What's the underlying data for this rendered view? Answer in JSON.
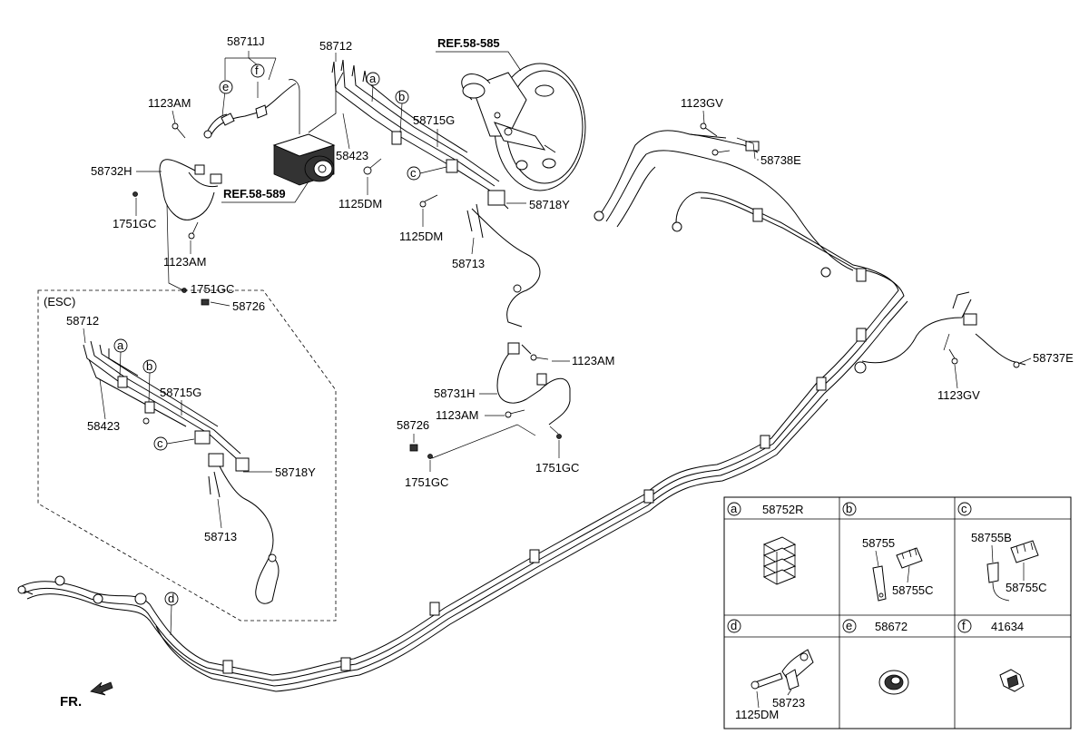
{
  "references": {
    "booster": "REF.58-585",
    "hecu": "REF.58-589"
  },
  "direction": "FR.",
  "esc_title": "(ESC)",
  "callouts": {
    "p58711J": "58711J",
    "p58712_top": "58712",
    "p1123AM_a": "1123AM",
    "p58732H": "58732H",
    "p1751GC_a": "1751GC",
    "p1123AM_b": "1123AM",
    "p1751GC_b": "1751GC",
    "p58726_a": "58726",
    "p58423_top": "58423",
    "p1125DM_a": "1125DM",
    "p58715G_top": "58715G",
    "p58718Y_top": "58718Y",
    "p1125DM_b": "1125DM",
    "p58713_top": "58713",
    "p1123AM_c": "1123AM",
    "p58731H": "58731H",
    "p1123AM_d": "1123AM",
    "p58726_b": "58726",
    "p1751GC_c": "1751GC",
    "p1751GC_d": "1751GC",
    "p1123GV_a": "1123GV",
    "p58738E": "58738E",
    "p58737E": "58737E",
    "p1123GV_b": "1123GV",
    "p58712_esc": "58712",
    "p58715G_esc": "58715G",
    "p58423_esc": "58423",
    "p58718Y_esc": "58718Y",
    "p58713_esc": "58713"
  },
  "markers": {
    "a": "a",
    "b": "b",
    "c": "c",
    "d": "d",
    "e": "e",
    "f": "f"
  },
  "legend": {
    "cells": [
      {
        "letter": "a",
        "part": "58752R"
      },
      {
        "letter": "b",
        "part": ""
      },
      {
        "letter": "c",
        "part": ""
      },
      {
        "letter": "d",
        "part": ""
      },
      {
        "letter": "e",
        "part": "58672"
      },
      {
        "letter": "f",
        "part": "41634"
      }
    ],
    "sub": {
      "b1": "58755",
      "b2": "58755C",
      "c1": "58755B",
      "c2": "58755C",
      "d1": "1125DM",
      "d2": "58723"
    }
  }
}
